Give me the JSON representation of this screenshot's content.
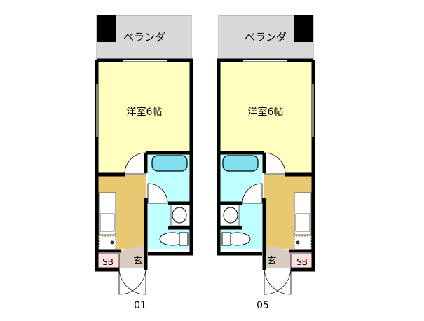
{
  "units": [
    {
      "id": "01",
      "balcony_label": "ベランダ",
      "room_label": "洋室6帖",
      "entrance_label": "玄",
      "shoebox_label": "SB",
      "unit_number": "01"
    },
    {
      "id": "05",
      "balcony_label": "ベランダ",
      "room_label": "洋室6帖",
      "entrance_label": "玄",
      "shoebox_label": "SB",
      "unit_number": "05"
    }
  ],
  "colors": {
    "room": "#ffffc0",
    "kitchen": "#e8c870",
    "wet": "#c0ffff",
    "balcony": "#d8d8d8",
    "entrance": "#d8ccc0",
    "shoebox": "#ffe0e0",
    "wall": "#000000"
  }
}
